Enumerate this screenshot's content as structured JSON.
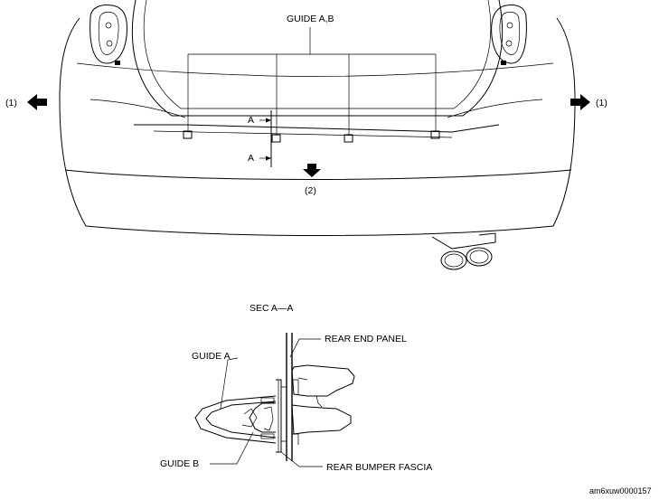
{
  "labels": {
    "guide_ab": "GUIDE A,B",
    "section_a_top": "A",
    "section_a_bottom": "A",
    "left_arrow_label": "(1)",
    "right_arrow_label": "(1)",
    "down_arrow_label": "(2)",
    "section_title": "SEC A—A",
    "guide_a": "GUIDE A",
    "guide_b": "GUIDE B",
    "rear_end_panel": "REAR END PANEL",
    "rear_bumper_fascia": "REAR BUMPER FASCIA",
    "figure_id": "am6xuw0000157"
  }
}
